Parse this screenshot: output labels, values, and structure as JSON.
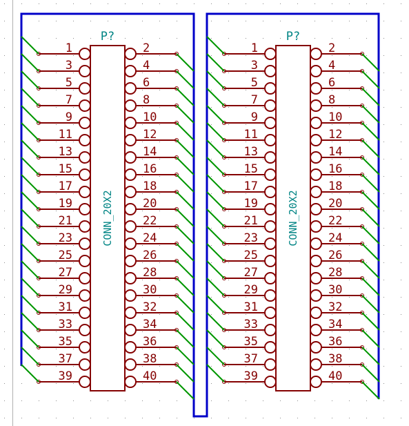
{
  "schematic": {
    "colors": {
      "background": "#ffffff",
      "grid_dot": "#8a8a8a",
      "bus": "#0000c8",
      "wire": "#009600",
      "component": "#840000",
      "text_field": "#008484"
    },
    "connectors": [
      {
        "reference": "P?",
        "value": "CONN_20X2",
        "left_pins": [
          "1",
          "3",
          "5",
          "7",
          "9",
          "11",
          "13",
          "15",
          "17",
          "19",
          "21",
          "23",
          "25",
          "27",
          "29",
          "31",
          "33",
          "35",
          "37",
          "39"
        ],
        "right_pins": [
          "2",
          "4",
          "6",
          "8",
          "10",
          "12",
          "14",
          "16",
          "18",
          "20",
          "22",
          "24",
          "26",
          "28",
          "30",
          "32",
          "34",
          "36",
          "38",
          "40"
        ]
      },
      {
        "reference": "P?",
        "value": "CONN_20X2",
        "left_pins": [
          "1",
          "3",
          "5",
          "7",
          "9",
          "11",
          "13",
          "15",
          "17",
          "19",
          "21",
          "23",
          "25",
          "27",
          "29",
          "31",
          "33",
          "35",
          "37",
          "39"
        ],
        "right_pins": [
          "2",
          "4",
          "6",
          "8",
          "10",
          "12",
          "14",
          "16",
          "18",
          "20",
          "22",
          "24",
          "26",
          "28",
          "30",
          "32",
          "34",
          "36",
          "38",
          "40"
        ]
      }
    ]
  }
}
